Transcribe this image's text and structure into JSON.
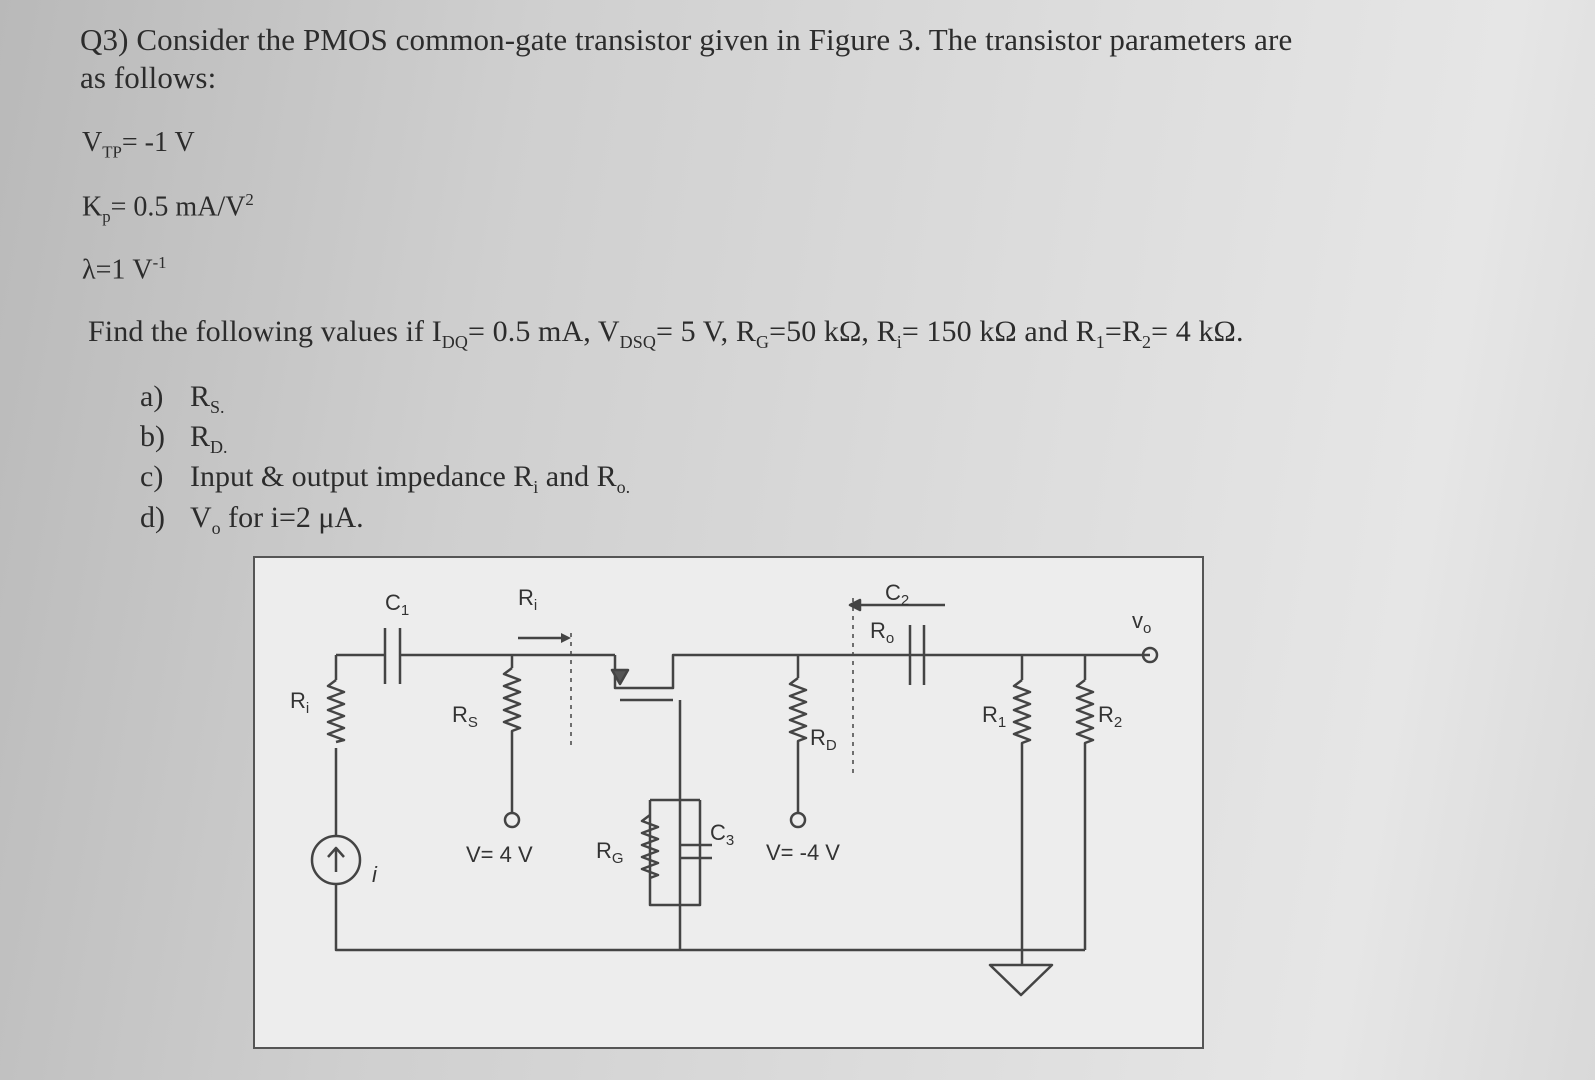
{
  "question": {
    "line1": "Q3) Consider the PMOS common-gate transistor given in Figure 3. The transistor parameters are",
    "line2": "as follows:"
  },
  "params": {
    "vtp": {
      "sym": "V",
      "sub": "TP",
      "val": "= -1 V"
    },
    "kp": {
      "sym": "K",
      "sub": "p",
      "val": "= 0.5 mA/V",
      "sup": "2"
    },
    "lambda": {
      "sym": "λ",
      "val": "=1 V",
      "sup": "-1"
    }
  },
  "find": {
    "p1": "Find the following values if I",
    "s1": "DQ",
    "p2": "= 0.5 mA, V",
    "s2": "DSQ",
    "p3": "= 5 V, R",
    "s3": "G",
    "p4": "=50 kΩ, R",
    "s4": "i",
    "p5": "= 150 kΩ and R",
    "s5": "1",
    "p6": "=R",
    "s6": "2",
    "p7": "= 4 kΩ."
  },
  "items": {
    "a": {
      "label": "a)",
      "text": "R",
      "sub": "S."
    },
    "b": {
      "label": "b)",
      "text": "R",
      "sub": "D."
    },
    "c": {
      "label": "c)",
      "text1": "Input & output impedance R",
      "sub1": "i",
      "text2": " and R",
      "sub2": "o."
    },
    "d": {
      "label": "d)",
      "text1": "V",
      "sub1": "o",
      "text2": " for i=2 μA."
    }
  },
  "circuit": {
    "c1": "C",
    "c1_sub": "1",
    "ri_arrow": "R",
    "ri_arrow_sub": "i",
    "ri_source": "R",
    "ri_source_sub": "i",
    "rs": "R",
    "rs_sub": "S",
    "rd": "R",
    "rd_sub": "D",
    "rg": "R",
    "rg_sub": "G",
    "c3": "C",
    "c3_sub": "3",
    "c2": "C",
    "c2_sub": "2",
    "ro": "R",
    "ro_sub": "o",
    "r1": "R",
    "r1_sub": "1",
    "r2": "R",
    "r2_sub": "2",
    "vo": "v",
    "vo_sub": "o",
    "v_pos": "V= 4 V",
    "v_neg": "V= -4 V",
    "i_label": "i"
  }
}
